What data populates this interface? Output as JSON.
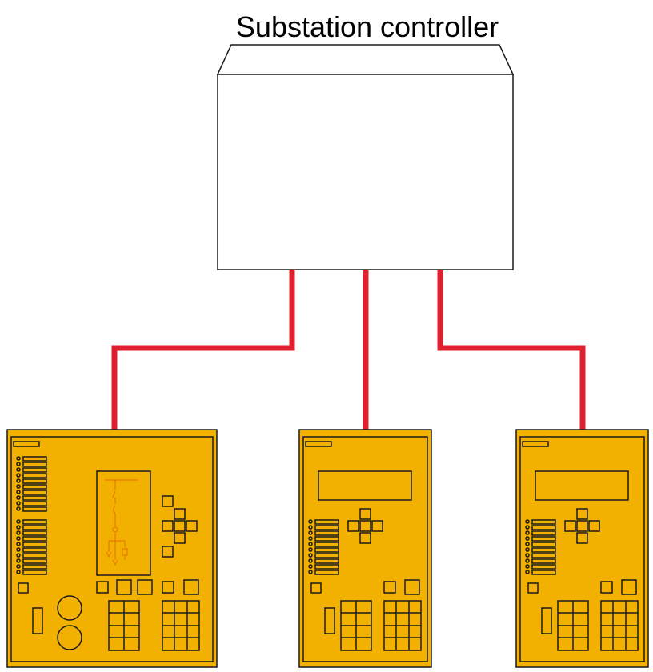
{
  "title": "Substation controller",
  "colors": {
    "link": "#e0202f",
    "relay_body": "#f2b000",
    "relay_outline": "#1a1a1a",
    "mimic_lines": "#e87a00",
    "background": "#ffffff"
  },
  "nodes": [
    {
      "id": "substation-controller",
      "kind": "controller"
    },
    {
      "id": "relay-large",
      "kind": "bay-controller-with-mimic"
    },
    {
      "id": "relay-middle",
      "kind": "protection-relay"
    },
    {
      "id": "relay-right",
      "kind": "protection-relay"
    }
  ],
  "links": [
    {
      "from": "substation-controller",
      "to": "relay-large"
    },
    {
      "from": "substation-controller",
      "to": "relay-middle"
    },
    {
      "from": "substation-controller",
      "to": "relay-right"
    }
  ]
}
